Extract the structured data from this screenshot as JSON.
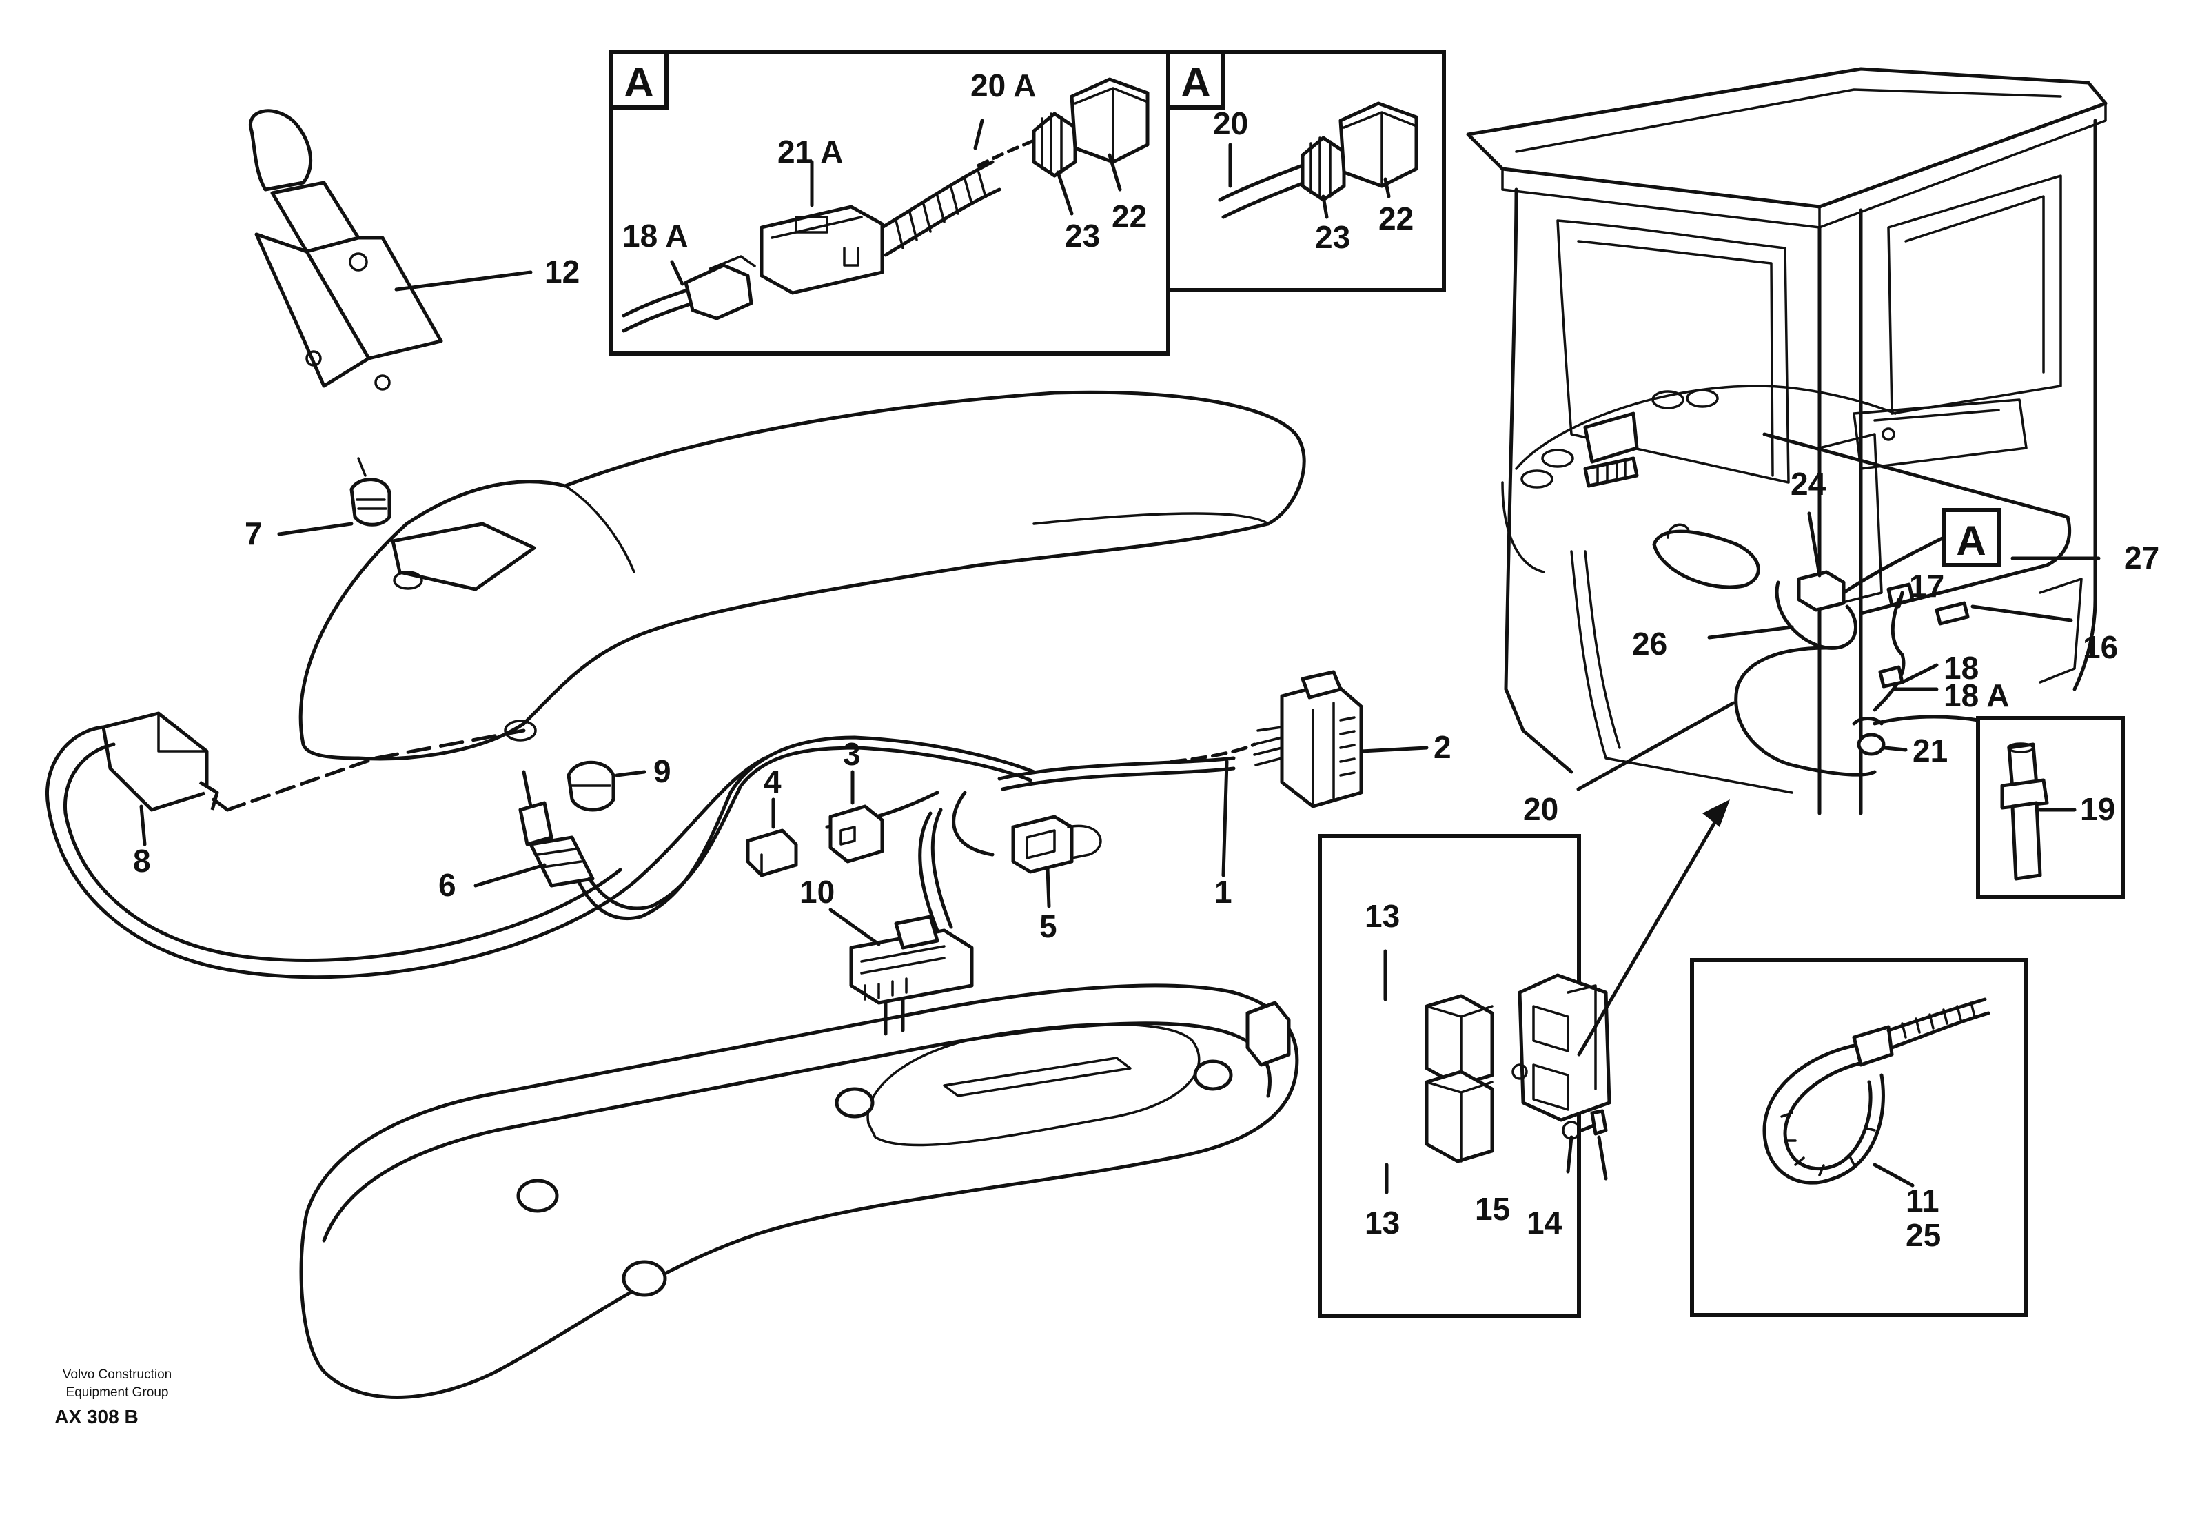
{
  "labels": {
    "l1": "1",
    "l2": "2",
    "l3": "3",
    "l4": "4",
    "l5": "5",
    "l6": "6",
    "l7": "7",
    "l8": "8",
    "l9": "9",
    "l10": "10",
    "l11": "11",
    "l12": "12",
    "l13a": "13",
    "l13b": "13",
    "l14": "14",
    "l15": "15",
    "l16": "16",
    "l17": "17",
    "l18": "18",
    "l18a": "18 A",
    "l18a_inset": "18 A",
    "l19": "19",
    "l20": "20",
    "l20_inset": "20",
    "l20a": "20 A",
    "l21": "21",
    "l21a": "21 A",
    "l22a": "22",
    "l22b": "22",
    "l23a": "23",
    "l23b": "23",
    "l24": "24",
    "l25": "25",
    "l26": "26",
    "l27": "27"
  },
  "view_tags": {
    "inset1": "A",
    "inset2": "A",
    "cab": "A"
  },
  "footer": {
    "line1": "Volvo Construction",
    "line2": "Equipment Group",
    "code": "AX 308 B"
  }
}
